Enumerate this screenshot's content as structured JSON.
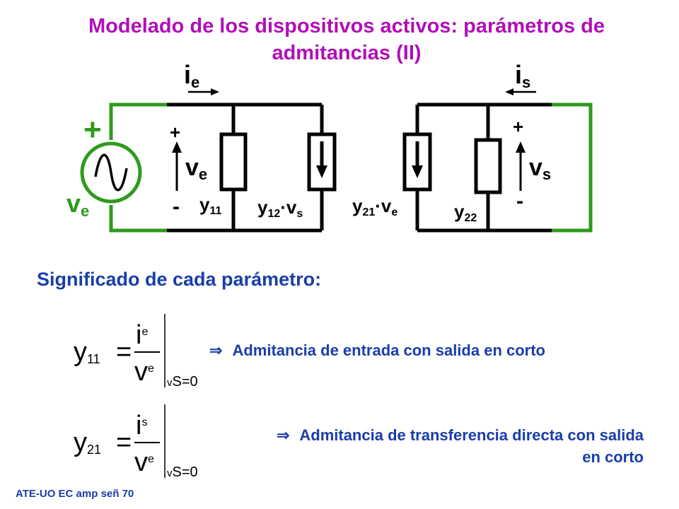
{
  "title": "Modelado de los dispositivos activos: parámetros de admitancias (II)",
  "circuit": {
    "ie": "i",
    "ie_sub": "e",
    "is": "i",
    "is_sub": "s",
    "src_plus": "+",
    "src_label": "v",
    "src_label_sub": "e",
    "ve_plus": "+",
    "ve_minus": "-",
    "ve": "v",
    "ve_sub": "e",
    "vs_plus": "+",
    "vs_minus": "-",
    "vs": "v",
    "vs_sub": "s",
    "y11": "y",
    "y11_sub": "11",
    "y12": "y",
    "y12_sub": "12",
    "y12_dot": "·v",
    "y12_vsub": "s",
    "y21": "y",
    "y21_sub": "21",
    "y21_dot": "·v",
    "y21_vsub": "e",
    "y22": "y",
    "y22_sub": "22"
  },
  "subtitle": "Significado de cada parámetro:",
  "eq1": {
    "lhs": "y",
    "lhs_sub": "11",
    "equals": "=",
    "num": "i",
    "num_sub": "e",
    "den": "v",
    "den_sub": "e",
    "cond": "v",
    "cond_sub": "S",
    "cond_eq": "=0",
    "arrow": "⇒",
    "desc": "Admitancia de entrada con salida en corto"
  },
  "eq2": {
    "lhs": "y",
    "lhs_sub": "21",
    "equals": "=",
    "num": "i",
    "num_sub": "s",
    "den": "v",
    "den_sub": "e",
    "cond": "v",
    "cond_sub": "S",
    "cond_eq": "=0",
    "arrow": "⇒",
    "desc_line1": "Admitancia de transferencia directa con salida",
    "desc_line2": "en corto"
  },
  "footer": "ATE-UO EC amp señ 70",
  "colors": {
    "title": "#b10fb8",
    "blue": "#1a3ea8",
    "green": "#2f9a1d",
    "black": "#000000"
  }
}
